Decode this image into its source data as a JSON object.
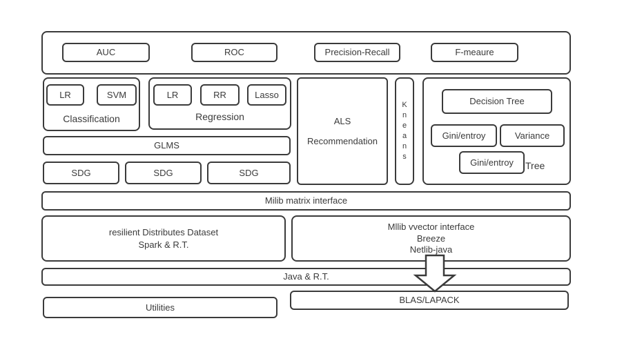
{
  "colors": {
    "stroke": "#3a3a3a",
    "background": "#ffffff"
  },
  "evaluation_band": {
    "metrics": [
      "AUC",
      "ROC",
      "Precision-Recall",
      "F-meaure"
    ]
  },
  "algorithms": {
    "classification": {
      "label": "Classification",
      "items": [
        "LR",
        "SVM"
      ]
    },
    "regression": {
      "label": "Regression",
      "items": [
        "LR",
        "RR",
        "Lasso"
      ]
    },
    "glms_label": "GLMS",
    "sdg_boxes": [
      "SDG",
      "SDG",
      "SDG"
    ],
    "recommendation": {
      "line1": "ALS",
      "line2": "Recommendation"
    },
    "kmeans_letters": [
      "K",
      "n",
      "e",
      "a",
      "n",
      "s"
    ],
    "tree": {
      "decision_tree": "Decision Tree",
      "gini_entropy_1": "Gini/entroy",
      "variance": "Variance",
      "gini_entropy_2": "Gini/entroy",
      "label": "Tree"
    }
  },
  "layers": {
    "matrix_interface": "Milib matrix interface",
    "rdd": {
      "line1": "resilient Distributes Dataset",
      "line2": "Spark & R.T."
    },
    "vector_interface": {
      "line1": "Mllib vvector interface",
      "line2": "Breeze",
      "line3": "Netlib-java"
    },
    "java_rt": "Java & R.T.",
    "utilities": "Utilities",
    "blas_lapack": "BLAS/LAPACK"
  }
}
